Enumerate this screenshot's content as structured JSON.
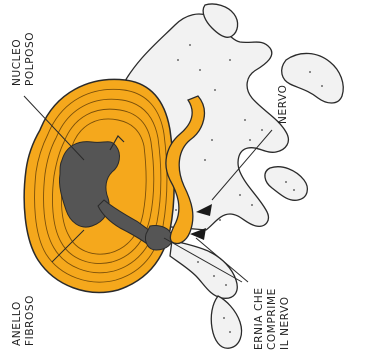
{
  "labels": {
    "nucleus_line1": "NUCLEO",
    "nucleus_line2": "POLPOSO",
    "nerve": "NERVO",
    "annulus_line1": "ANELLO",
    "annulus_line2": "FIBROSO",
    "hernia_line1": "ERNIA CHE",
    "hernia_line2": "COMPRIME",
    "hernia_line3": "IL NERVO"
  },
  "colors": {
    "annulus": "#f5a81c",
    "annulus_rings": "#7a4f0a",
    "nucleus": "#555555",
    "outline": "#2a2a2a",
    "nerve": "#f5a81c",
    "stipple": "#6b6b6b"
  }
}
